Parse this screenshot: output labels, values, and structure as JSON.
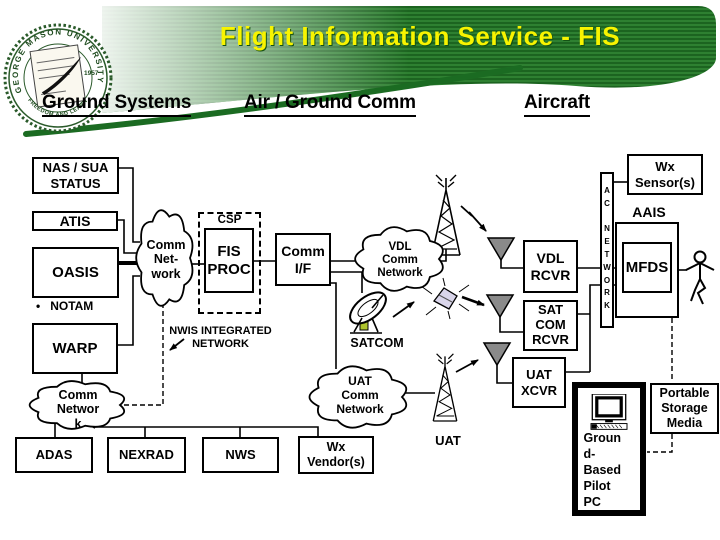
{
  "app": {
    "type": "presentation-slide"
  },
  "colors": {
    "banner_green_dark": "#1c6420",
    "banner_green_light": "#2e8031",
    "swoosh_green": "#1b6b22",
    "title_yellow": "#f8f400",
    "text_black": "#000000",
    "antenna_gray": "#8a8a8a",
    "satellite_lavender": "#d9d5ea",
    "dish_accent_green": "#aec42e",
    "seal_green": "#1d4a1d"
  },
  "header": {
    "title": "Flight Information Service - FIS",
    "seal": {
      "top_text": "GEORGE MASON UNIVERSITY",
      "bottom_text": "FREEDOM AND LEARNING",
      "year": "1957"
    },
    "sections": [
      {
        "label": "Ground Systems"
      },
      {
        "label": "Air / Ground Comm"
      },
      {
        "label": "Aircraft"
      }
    ]
  },
  "diagram": {
    "ground": {
      "nas_sua_status": "NAS / SUA\nSTATUS",
      "atis": "ATIS",
      "oasis": "OASIS",
      "notam": "•   NOTAM",
      "warp": "WARP",
      "comm_network_upper": "Comm\nNet-\nwork",
      "comm_network_lower": "Comm\nNetwor\nk",
      "adas": "ADAS",
      "nexrad": "NEXRAD",
      "nws": "NWS",
      "wx_vendors": "Wx\nVendor(s)",
      "nwis_integrated_network": "NWIS INTEGRATED\nNETWORK",
      "csp": "CSP",
      "fis_proc": "FIS\nPROC"
    },
    "air_ground": {
      "comm_if": "Comm\nI/F",
      "vdl_comm_network": "VDL\nComm\nNetwork",
      "satcom": "SATCOM",
      "uat_comm_network": "UAT\nComm\nNetwork",
      "uat": "UAT"
    },
    "aircraft": {
      "wx_sensors": "Wx\nSensor(s)",
      "ac_network": "A\nC\n\nN\nE\nT\nW\nO\nR\nK",
      "aais": "AAIS",
      "mfds": "MFDS",
      "vdl_rcvr": "VDL\nRCVR",
      "sat_com_rcvr": "SAT\nCOM\nRCVR",
      "uat_xcvr": "UAT\nXCVR",
      "portable_storage_media": "Portable\nStorage\nMedia",
      "ground_based_pilot_pc": "Groun\nd-\nBased\nPilot\nPC"
    }
  }
}
